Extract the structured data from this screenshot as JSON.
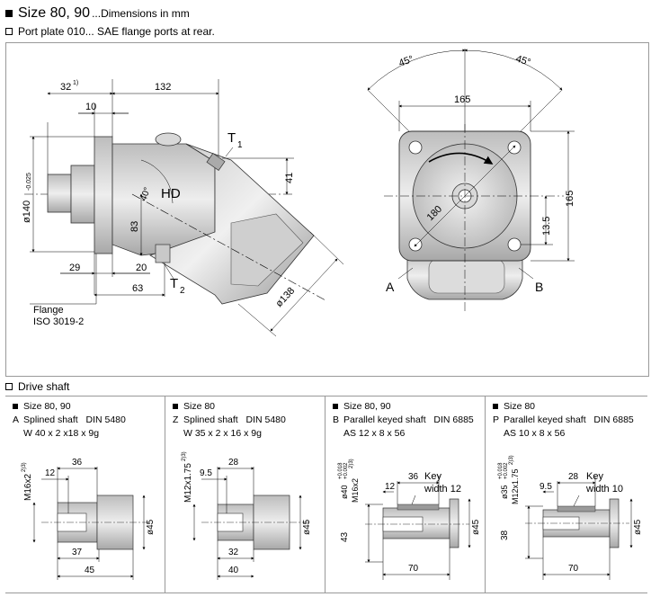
{
  "header": {
    "size_line": "Size 80, 90",
    "size_suffix": "...Dimensions in mm",
    "port_line": "Port plate 010... SAE flange ports at rear."
  },
  "main_drawing": {
    "dim_32": "32",
    "dim_32_sup": "1)",
    "dim_132": "132",
    "dim_10": "10",
    "t1": "T",
    "t1_sub": "1",
    "dim_diam140": "ø140",
    "dim_diam140_tol": "-0.025",
    "angle_40": "40°",
    "label_hd": "HD",
    "dim_41": "41",
    "dim_83": "83",
    "dim_29": "29",
    "dim_20": "20",
    "t2": "T",
    "t2_sub": "2",
    "dim_63": "63",
    "dim_diam138": "ø138",
    "flange_label": "Flange",
    "flange_std": "ISO 3019-2",
    "angle_45_left": "45°",
    "angle_45_right": "45°",
    "dim_165_top": "165",
    "dim_180": "180",
    "dim_13_5": "13.5",
    "dim_165_right": "165",
    "label_a": "A",
    "label_b": "B"
  },
  "drive_shaft": {
    "title": "Drive shaft",
    "columns": [
      {
        "size": "Size 80, 90",
        "letter": "A",
        "name": "Splined shaft",
        "standard": "DIN 5480",
        "spec": "W 40 x 2 x18 x 9g",
        "thread": "M16x2",
        "thread_sup": "2)3)",
        "d1": "36",
        "d2": "12",
        "d3": "ø45",
        "d4": "37",
        "d5": "45"
      },
      {
        "size": "Size 80",
        "letter": "Z",
        "name": "Splined shaft",
        "standard": "DIN 5480",
        "spec": "W 35 x 2 x 16 x 9g",
        "thread": "M12x1.75",
        "thread_sup": "2)3)",
        "d1": "28",
        "d2": "9.5",
        "d3": "ø45",
        "d4": "32",
        "d5": "40"
      },
      {
        "size": "Size 80, 90",
        "letter": "B",
        "name": "Parallel keyed shaft",
        "standard": "DIN 6885",
        "spec": "AS 12 x 8 x 56",
        "diam": "ø40",
        "diam_tol_up": "+0.018",
        "diam_tol_lo": "+0.002",
        "thread": "M16x2",
        "thread_sup": "2)3)",
        "d1": "36",
        "d2": "12",
        "key": "Key",
        "key_width": "width 12",
        "d3": "ø45",
        "d4": "43",
        "d5": "70"
      },
      {
        "size": "Size 80",
        "letter": "P",
        "name": "Parallel keyed shaft",
        "standard": "DIN 6885",
        "spec": "AS 10 x 8 x 56",
        "diam": "ø35",
        "diam_tol_up": "+0.018",
        "diam_tol_lo": "+0.002",
        "thread": "M12x1.75",
        "thread_sup": "2)3)",
        "d1": "28",
        "d2": "9.5",
        "key": "Key",
        "key_width": "width 10",
        "d3": "ø45",
        "d4": "38",
        "d5": "70"
      }
    ]
  }
}
